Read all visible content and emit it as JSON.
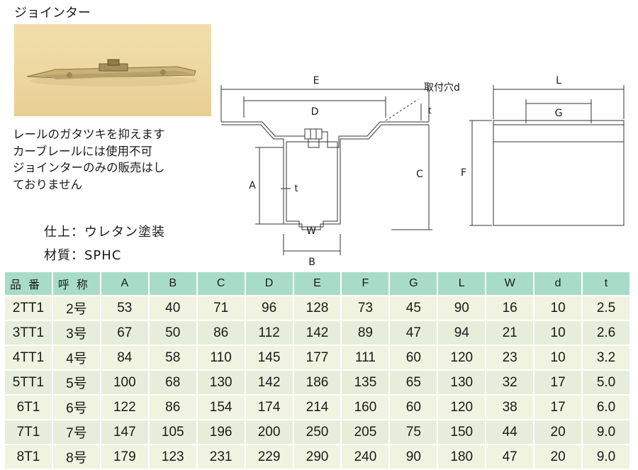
{
  "header": {
    "title": "ジョインター"
  },
  "notes": [
    "レールのガタツキを抑えます",
    "カーブレールには使用不可",
    "ジョインターのみの販売はし",
    "ておりません"
  ],
  "specs": {
    "finish": "仕上：ウレタン塗装",
    "material": "材質：SPHC"
  },
  "drawing": {
    "labels": {
      "E": "E",
      "D": "D",
      "A": "A",
      "t1": "t",
      "t2": "t",
      "C": "C",
      "W": "W",
      "B": "B",
      "hole": "取付穴d",
      "L": "L",
      "G": "G",
      "F": "F"
    }
  },
  "table": {
    "headers": [
      "品番",
      "呼称",
      "A",
      "B",
      "C",
      "D",
      "E",
      "F",
      "G",
      "L",
      "W",
      "d",
      "t"
    ],
    "rows": [
      [
        "2TT1",
        "2号",
        "53",
        "40",
        "71",
        "96",
        "128",
        "73",
        "45",
        "90",
        "16",
        "10",
        "2.5"
      ],
      [
        "3TT1",
        "3号",
        "67",
        "50",
        "86",
        "112",
        "142",
        "89",
        "47",
        "94",
        "21",
        "10",
        "2.6"
      ],
      [
        "4TT1",
        "4号",
        "84",
        "58",
        "110",
        "145",
        "177",
        "111",
        "60",
        "120",
        "23",
        "10",
        "3.2"
      ],
      [
        "5TT1",
        "5号",
        "100",
        "68",
        "130",
        "142",
        "186",
        "135",
        "65",
        "130",
        "32",
        "17",
        "5.0"
      ],
      [
        "6T1",
        "6号",
        "122",
        "86",
        "154",
        "174",
        "214",
        "160",
        "60",
        "120",
        "38",
        "17",
        "6.0"
      ],
      [
        "7T1",
        "7号",
        "147",
        "105",
        "196",
        "200",
        "250",
        "205",
        "75",
        "150",
        "44",
        "20",
        "9.0"
      ],
      [
        "8T1",
        "8号",
        "179",
        "123",
        "231",
        "229",
        "290",
        "240",
        "90",
        "180",
        "47",
        "20",
        "9.0"
      ]
    ]
  }
}
